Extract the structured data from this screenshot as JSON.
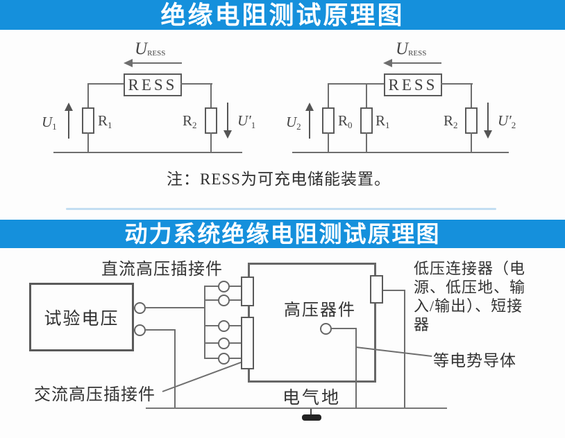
{
  "banners": {
    "top": "绝缘电阻测试原理图",
    "bottom": "动力系统绝缘电阻测试原理图"
  },
  "colors": {
    "banner_blue": "#1590dc",
    "line_gray": "#6e6e6e",
    "text_dark": "#3c3c3c"
  },
  "ress_note": "注：RESS为可充电储能装置。",
  "circuit1": {
    "u_ress": {
      "base": "U",
      "sub": "RESS"
    },
    "ress_box": "RESS",
    "u1": {
      "base": "U",
      "sub": "1"
    },
    "r1": {
      "base": "R",
      "sub": "1"
    },
    "r2": {
      "base": "R",
      "sub": "2"
    },
    "u1p": {
      "base": "U′",
      "sub": "1"
    }
  },
  "circuit2": {
    "u_ress": {
      "base": "U",
      "sub": "RESS"
    },
    "ress_box": "RESS",
    "u2": {
      "base": "U",
      "sub": "2"
    },
    "r0": {
      "base": "R",
      "sub": "0"
    },
    "r1": {
      "base": "R",
      "sub": "1"
    },
    "r2": {
      "base": "R",
      "sub": "2"
    },
    "u2p": {
      "base": "U′",
      "sub": "2"
    }
  },
  "system_diagram": {
    "dc_connector": "直流高压插接件",
    "ac_connector": "交流高压插接件",
    "test_voltage": "试验电压",
    "hv_device": "高压器件",
    "lv_connector": "低压连接器（电源、低压地、输入/输出）、短接器",
    "equipotential": "等电势导体",
    "electrical_ground": "电气地"
  }
}
